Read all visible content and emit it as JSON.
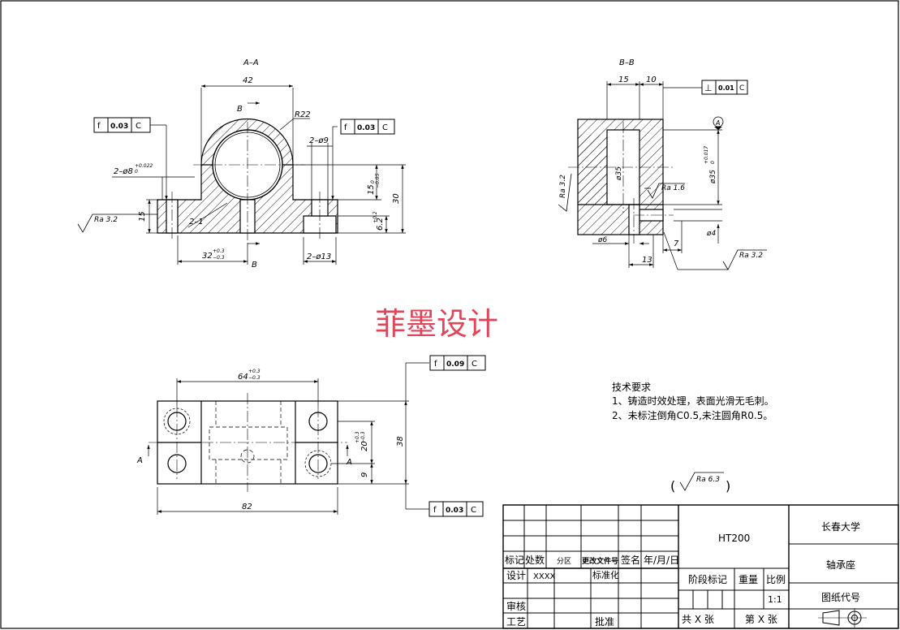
{
  "sheet": {
    "watermark": "菲墨设计"
  },
  "view_aa": {
    "title": "A–A",
    "dim_width": "42",
    "dim_bottom": "32",
    "dim_bottom_tol_up": "+0.3",
    "dim_bottom_tol_dn": "−0.3",
    "dim_holes_bottom": "2–ø13",
    "dim_holes_top": "2–ø9",
    "dim_pin": "2–ø8",
    "dim_pin_tol_up": "+0.022",
    "dim_pin_tol_dn": "0",
    "dim_radius": "R22",
    "dim_height": "30",
    "dim_15": "15",
    "dim_center": "15",
    "dim_center_tol": "−0.05",
    "dim_center_tol2": "0",
    "dim_counterbore": "6.2",
    "dim_counterbore_tol": "+0.2",
    "label_21": "2–1",
    "section_letter_top": "B",
    "section_letter_bottom": "B",
    "fcf_left": {
      "symbol": "f",
      "value": "0.03",
      "datum": "C"
    },
    "fcf_right": {
      "symbol": "f",
      "value": "0.03",
      "datum": "C"
    },
    "roughness": "Ra 3.2"
  },
  "view_bb": {
    "title": "B–B",
    "dim_15": "15",
    "dim_10": "10",
    "fcf_perp": {
      "symbol": "⊥",
      "value": "0.01",
      "datum": "C"
    },
    "datum_a": "A",
    "dim_bore": "ø35",
    "dim_bore_outer": "ø35",
    "dim_bore_outer_tol_up": "+0.017",
    "dim_bore_outer_tol_dn": "0",
    "dim_4": "ø4",
    "dim_6": "ø6",
    "dim_7": "7",
    "dim_13": "13",
    "ra_16": "Ra 1.6",
    "ra_32_side": "Ra 3.2",
    "ra_32_bottom": "Ra 3.2"
  },
  "view_top": {
    "dim_64": "64",
    "dim_64_tol_up": "+0.3",
    "dim_64_tol_dn": "−0.3",
    "dim_82": "82",
    "dim_38": "38",
    "dim_20": "20",
    "dim_20_tol_up": "+0.3",
    "dim_20_tol_dn": "−0.3",
    "dim_9": "9",
    "section_left": "A",
    "section_right": "A",
    "fcf_top": {
      "symbol": "f",
      "value": "0.09",
      "datum": "C"
    },
    "fcf_bottom": {
      "symbol": "f",
      "value": "0.03",
      "datum": "C"
    }
  },
  "tech": {
    "heading": "技术要求",
    "line1": "1、铸造时效处理，表面光滑无毛刺。",
    "line2": "2、未标注倒角C0.5,未注圆角R0.5。"
  },
  "general_roughness": {
    "open": "(",
    "value": "Ra 6.3",
    "close": ")"
  },
  "title_block": {
    "material": "HT200",
    "school": "长春大学",
    "part_name": "轴承座",
    "drawing_no_label": "图纸代号",
    "row_mark": "标记",
    "row_count": "处数",
    "row_zone": "分区",
    "row_change_doc": "更改文件号",
    "row_sign": "签名",
    "row_date": "年/月/日",
    "row_design": "设计",
    "row_design_name": "XXXX",
    "row_standard": "标准化",
    "row_review": "审核",
    "row_process": "工艺",
    "row_approve": "批准",
    "stage_label": "阶段标记",
    "weight_label": "重量",
    "scale_label": "比例",
    "scale_value": "1:1",
    "sheets_total": "共  X  张",
    "sheet_no": "第  X  张"
  }
}
